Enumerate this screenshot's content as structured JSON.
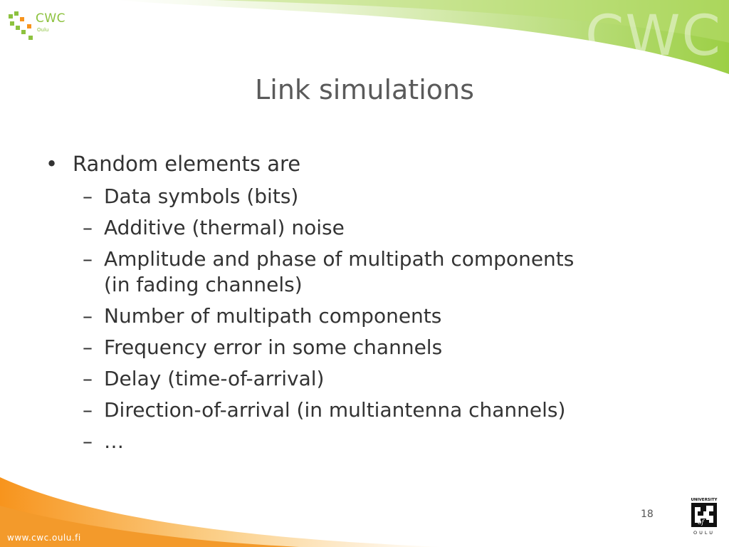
{
  "logo": {
    "name": "CWC",
    "sub": "Oulu"
  },
  "watermark": "CWC",
  "title": "Link simulations",
  "bullets": [
    {
      "text": "Random elements are",
      "subitems": [
        "Data symbols (bits)",
        "Additive (thermal) noise",
        "Amplitude and phase of multipath components",
        "(in fading channels)",
        "Number of multipath components",
        "Frequency error in some channels",
        "Delay (time-of-arrival)",
        "Direction-of-arrival (in multiantenna channels)",
        "…"
      ]
    }
  ],
  "page_number": "18",
  "footer_url": "www.cwc.oulu.fi",
  "university_logo": {
    "line1": "UNIVERSITY",
    "line2": "of",
    "line3": "OULU"
  },
  "colors": {
    "green": "#8dc23f",
    "orange": "#f7941d",
    "title": "#5a5a5a",
    "text": "#333333"
  }
}
